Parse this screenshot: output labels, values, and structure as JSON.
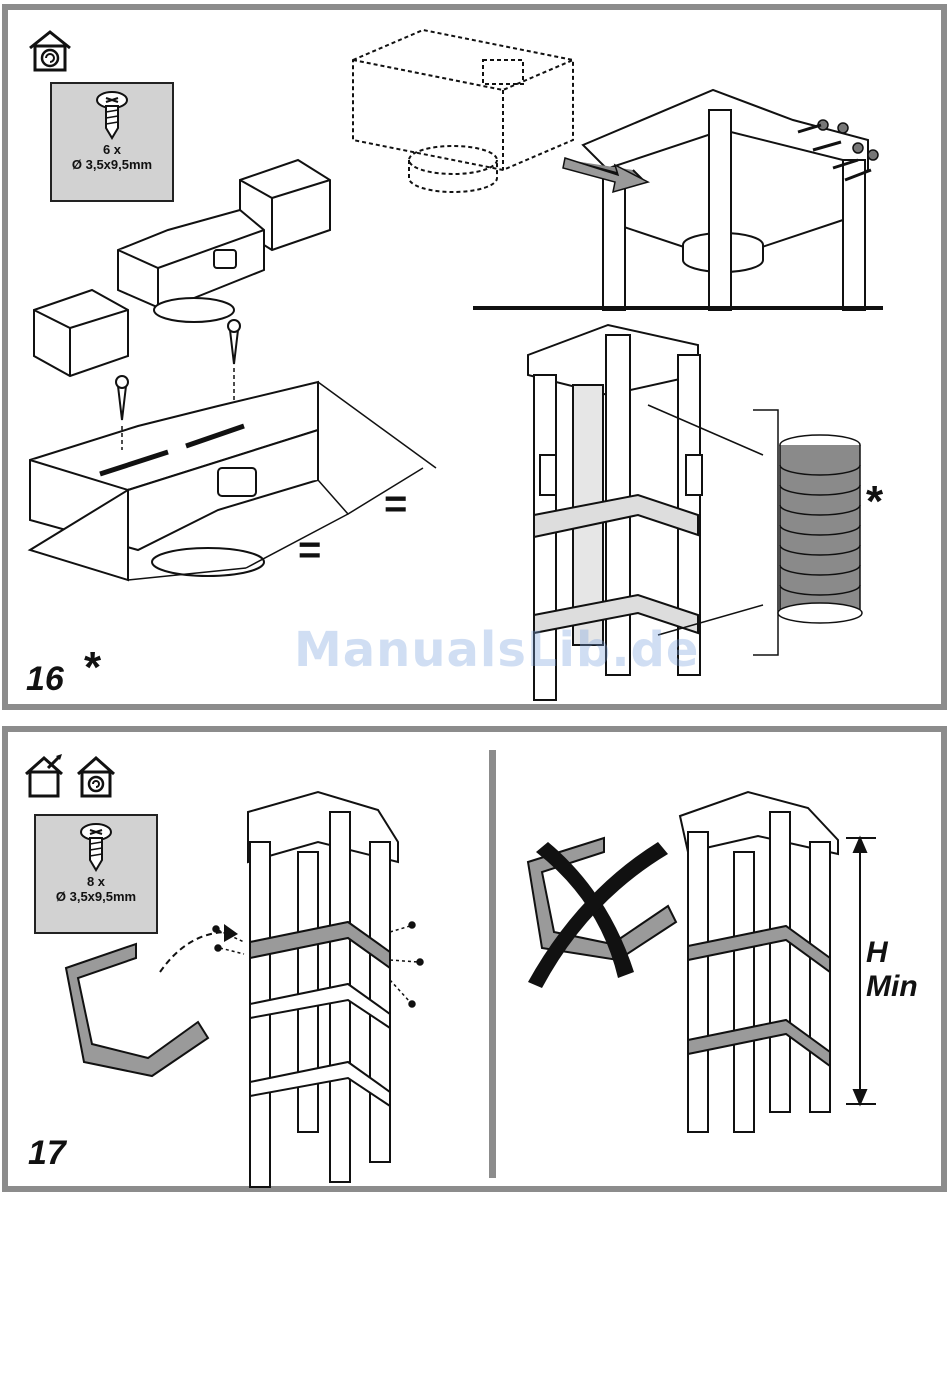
{
  "step16": {
    "number": "16",
    "optional_mark": "*",
    "screws": {
      "count": "6 x",
      "size": "Ø 3,5x9,5mm"
    },
    "equal_sign_a": "=",
    "equal_sign_b": "=",
    "hose_mark": "*"
  },
  "step17": {
    "number": "17",
    "screws": {
      "count": "8 x",
      "size": "Ø 3,5x9,5mm"
    },
    "height_label": "H",
    "height_label2": "Min"
  },
  "watermark": "ManualsLib.de",
  "icons": {
    "recirculation": "recirculation-house-icon",
    "extraction": "extraction-house-icon",
    "screw": "screw-icon"
  },
  "colors": {
    "frame": "#8c8c8c",
    "screw_box_bg": "#d2d2d2",
    "watermark": "#a0bce0"
  }
}
